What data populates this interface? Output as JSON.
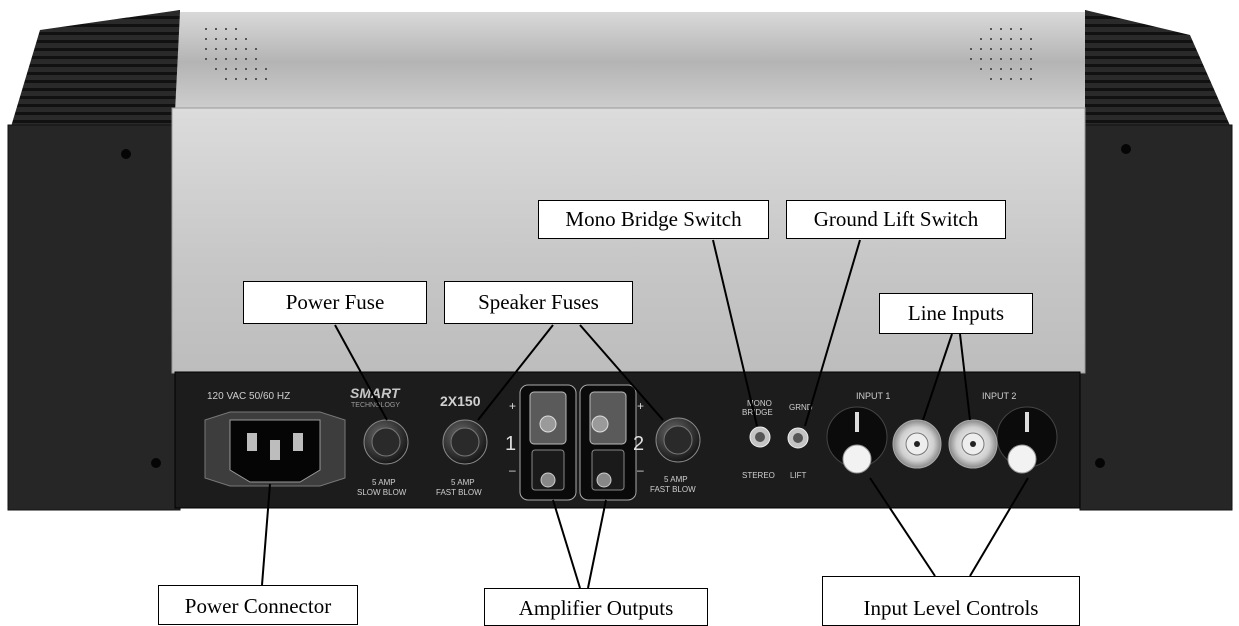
{
  "panel": {
    "power_rating": "120 VAC 50/60 HZ",
    "brand": "SMART",
    "brand_sub": "TECHNOLOGY",
    "model": "2X150",
    "channel_1": "1",
    "channel_2": "2",
    "plus_sign": "+",
    "minus_sign": "–",
    "fuse_power_line1": "5 AMP",
    "fuse_power_line2": "SLOW BLOW",
    "fuse_spk1_line1": "5 AMP",
    "fuse_spk1_line2": "FAST BLOW",
    "fuse_spk2_line1": "5 AMP",
    "fuse_spk2_line2": "FAST BLOW",
    "mono_top": "MONO",
    "mono_top2": "BRIDGE",
    "mono_bottom": "STEREO",
    "ground_top": "GRND",
    "ground_bottom": "LIFT",
    "input_1": "INPUT 1",
    "input_2": "INPUT 2"
  },
  "callouts": {
    "mono_bridge_switch": "Mono Bridge Switch",
    "ground_lift_switch": "Ground Lift Switch",
    "power_fuse": "Power Fuse",
    "speaker_fuses": "Speaker Fuses",
    "line_inputs": "Line Inputs",
    "power_connector": "Power Connector",
    "amplifier_outputs": "Amplifier Outputs",
    "input_level_controls": "Input Level Controls"
  }
}
